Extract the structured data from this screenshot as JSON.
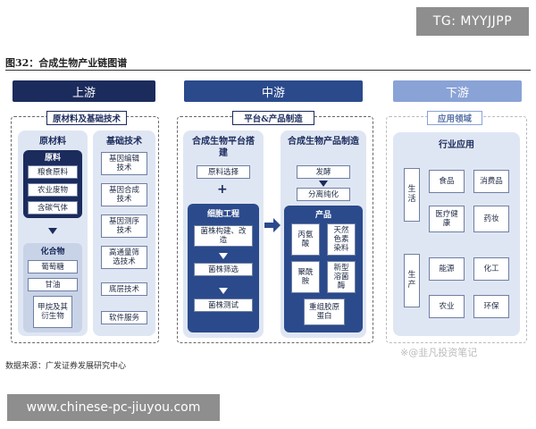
{
  "watermark_top": "TG: MYYJJPP",
  "figure_title": "图32：合成生物产业链图谱",
  "headers": {
    "upstream": "上游",
    "midstream": "中游",
    "downstream": "下游"
  },
  "tags": {
    "upstream": "原材料及基础技术",
    "midstream": "平台&产品制造",
    "downstream": "应用领域"
  },
  "upstream": {
    "materials": {
      "title": "原材料",
      "group1_title": "原料",
      "group1_items": [
        "粮食原料",
        "农业废物",
        "含碳气体"
      ],
      "group2_title": "化合物",
      "group2_items": [
        "葡萄糖",
        "甘油",
        "甲烷及其衍生物"
      ]
    },
    "tech": {
      "title": "基础技术",
      "items": [
        "基因编辑技术",
        "基因合成技术",
        "基因测序技术",
        "高通量筛选技术",
        "底层技术",
        "软件服务"
      ]
    }
  },
  "midstream": {
    "platform": {
      "title": "合成生物平台搭建",
      "select": "原料选择",
      "plus": "+",
      "cell_title": "细胞工程",
      "cell_items": [
        "菌株构建、改造",
        "菌株筛选",
        "菌株测试"
      ]
    },
    "product": {
      "title": "合成生物产品制造",
      "steps": [
        "发酵",
        "分离纯化"
      ],
      "products_title": "产品",
      "products": [
        "丙氨酸",
        "天然色素染料",
        "聚酰胺",
        "新型溶菌酶",
        "重组胶原蛋白"
      ]
    }
  },
  "downstream": {
    "title": "行业应用",
    "life_label": "生活",
    "life_items": [
      "食品",
      "消费品",
      "医疗健康",
      "药妆"
    ],
    "prod_label": "生产",
    "prod_items": [
      "能源",
      "化工",
      "农业",
      "环保"
    ]
  },
  "source": "数据来源：广发证券发展研究中心",
  "watermark_tr": "※@韭凡投资笔记",
  "watermark_bottom": "www.chinese-pc-jiuyou.com"
}
